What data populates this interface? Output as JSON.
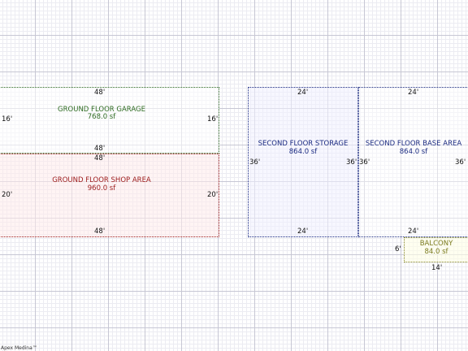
{
  "colors": {
    "garage": "#2e6b22",
    "shop": "#9c1b1b",
    "storage": "#1a2a80",
    "base": "#1a2a80",
    "balcony": "#8a8a2a"
  },
  "rooms": {
    "garage": {
      "name": "GROUND FLOOR GARAGE",
      "area": "768.0 sf",
      "top": "48'",
      "bottom": "48'",
      "left": "16'",
      "right": "16'"
    },
    "shop": {
      "name": "GROUND FLOOR SHOP AREA",
      "area": "960.0 sf",
      "top": "48'",
      "bottom": "48'",
      "left": "20'",
      "right": "20'"
    },
    "storage": {
      "name": "SECOND FLOOR STORAGE",
      "area": "864.0 sf",
      "top": "24'",
      "bottom": "24'",
      "left": "36'",
      "right": "36'"
    },
    "base": {
      "name": "SECOND FLOOR BASE AREA",
      "area": "864.0 sf",
      "top": "24'",
      "bottom": "24'",
      "left": "36'",
      "right": "36'"
    },
    "balcony": {
      "name": "BALCONY",
      "area": "84.0 sf",
      "left": "6'",
      "bottom": "14'"
    }
  },
  "watermark": "Apex Medina™"
}
